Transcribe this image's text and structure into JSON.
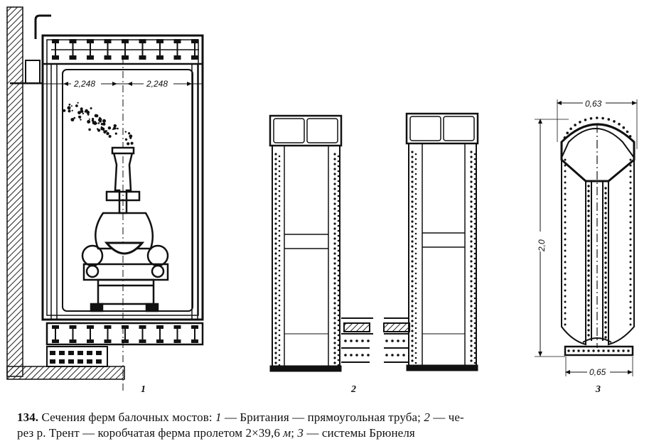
{
  "figure": {
    "dimensions": {
      "fig1_left_width": "2,248",
      "fig1_right_width": "2,248",
      "fig3_top_width": "0,63",
      "fig3_height": "2,0",
      "fig3_bottom_width": "0,65"
    },
    "labels": {
      "fig1": "1",
      "fig2": "2",
      "fig3": "3"
    }
  },
  "caption": {
    "number": "134.",
    "line1_a": "Сечения ферм балочных мостов: ",
    "ref1": "1",
    "line1_b": " — Британия — прямоугольная труба; ",
    "ref2": "2",
    "line1_c": " — че-",
    "line2_a": "рез р. Трент — коробчатая ферма пролетом 2",
    "times": "×",
    "line2_b": "39,6 ",
    "unit": "м",
    "line2_c": "; ",
    "ref3": "3",
    "line2_d": " — системы Брюнеля"
  }
}
